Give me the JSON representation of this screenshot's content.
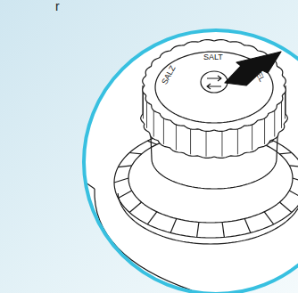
{
  "diagram": {
    "labels": [
      "r",
      "SALT",
      "SALZ",
      "EL"
    ]
  }
}
